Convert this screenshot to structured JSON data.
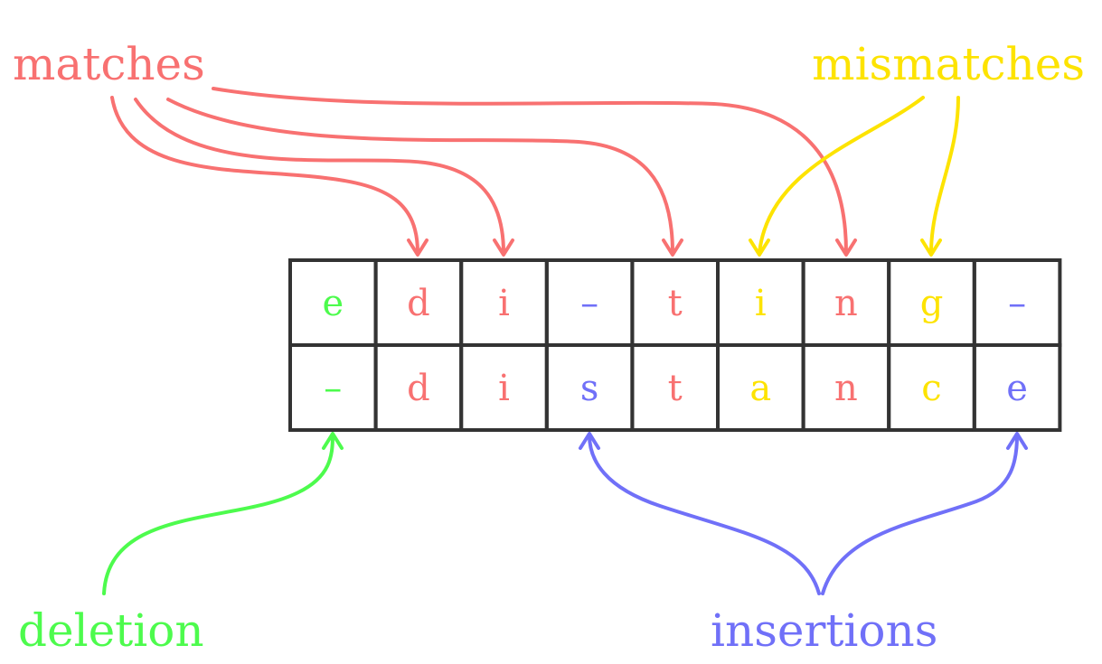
{
  "colors": {
    "match": "#f87171",
    "mismatch": "#fde300",
    "deletion": "#4dfb4d",
    "insertion": "#7070f8",
    "grid": "#333333"
  },
  "labels": {
    "matches": "matches",
    "mismatches": "mismatches",
    "deletion": "deletion",
    "insertions": "insertions"
  },
  "alignment": {
    "top_row": [
      {
        "char": "e",
        "kind": "deletion"
      },
      {
        "char": "d",
        "kind": "match"
      },
      {
        "char": "i",
        "kind": "match"
      },
      {
        "char": "–",
        "kind": "insertion"
      },
      {
        "char": "t",
        "kind": "match"
      },
      {
        "char": "i",
        "kind": "mismatch"
      },
      {
        "char": "n",
        "kind": "match"
      },
      {
        "char": "g",
        "kind": "mismatch"
      },
      {
        "char": "–",
        "kind": "insertion"
      }
    ],
    "bottom_row": [
      {
        "char": "–",
        "kind": "deletion"
      },
      {
        "char": "d",
        "kind": "match"
      },
      {
        "char": "i",
        "kind": "match"
      },
      {
        "char": "s",
        "kind": "insertion"
      },
      {
        "char": "t",
        "kind": "match"
      },
      {
        "char": "a",
        "kind": "mismatch"
      },
      {
        "char": "n",
        "kind": "match"
      },
      {
        "char": "c",
        "kind": "mismatch"
      },
      {
        "char": "e",
        "kind": "insertion"
      }
    ]
  }
}
